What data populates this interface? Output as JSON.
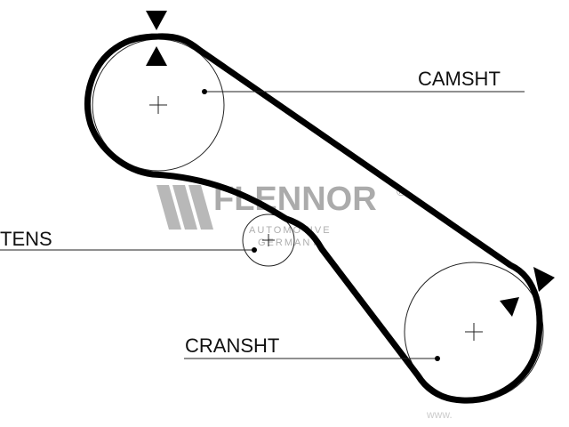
{
  "labels": {
    "camshaft": "CAMSHT",
    "tensioner": "TENS",
    "crankshaft": "CRANSHT"
  },
  "watermark": {
    "brand": "FLENNOR",
    "registered": "®",
    "line1": "AUTOMOTIVE",
    "line2": "GERMANY",
    "url": "www."
  },
  "colors": {
    "belt": "#000000",
    "lines": "#222222",
    "watermark": "#8f8f8f"
  },
  "icons": [
    "timing-mark-arrow",
    "center-cross",
    "center-dot",
    "flennor-logo"
  ]
}
